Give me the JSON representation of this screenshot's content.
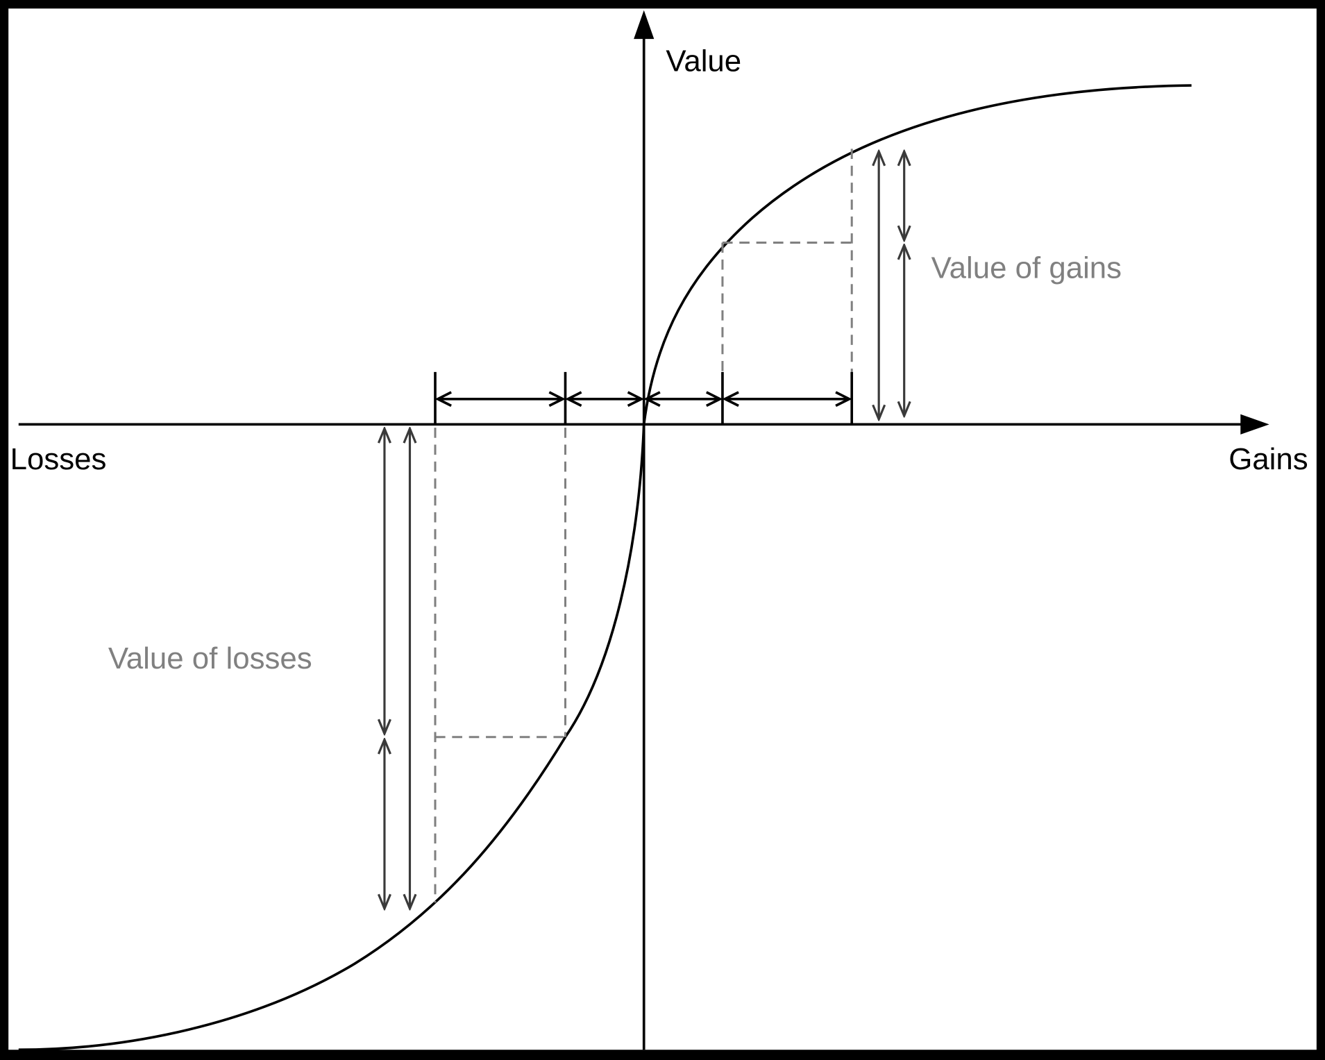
{
  "title": "Prospect theory value function",
  "axes": {
    "y_label": "Value",
    "x_negative_label": "Losses",
    "x_positive_label": "Gains"
  },
  "annotations": {
    "gains": "Value of gains",
    "losses": "Value of losses"
  },
  "colors": {
    "axis": "#000000",
    "curve": "#000000",
    "dashed": "#808080",
    "arrows": "#3a3a3a",
    "annotation_text": "#808080"
  }
}
